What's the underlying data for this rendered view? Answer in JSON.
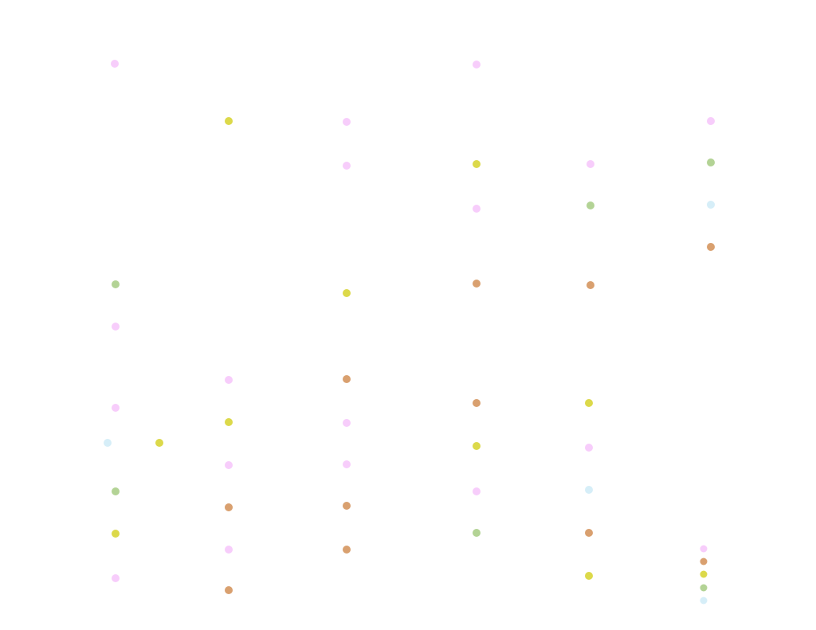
{
  "colors": {
    "pink": "#f7cdfb",
    "yellow": "#dcd94a",
    "green": "#b3d395",
    "brown": "#d9a06f",
    "lightblue": "#d6eef8"
  },
  "legend_swatches": [
    "pink",
    "brown",
    "yellow",
    "green",
    "lightblue"
  ]
}
